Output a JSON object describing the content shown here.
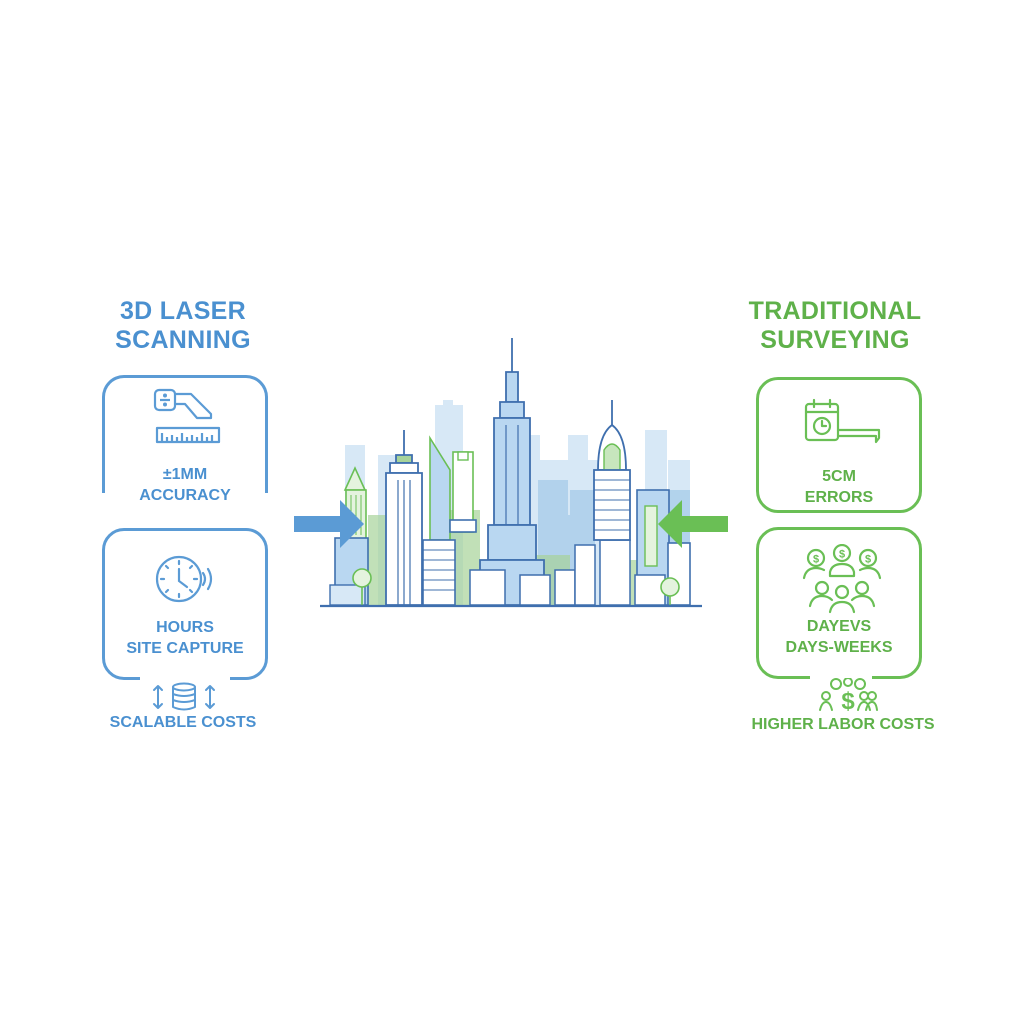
{
  "colors": {
    "laser_blue": "#4a90d0",
    "traditional_green": "#5fb14a",
    "background": "#ffffff"
  },
  "left_panel": {
    "title_line1": "3D LASER",
    "title_line2": "SCANNING",
    "cards": [
      {
        "icon": "laser-scanner-ruler-icon",
        "line1": "±1MM",
        "line2": "ACCURACY"
      },
      {
        "icon": "clock-signal-icon",
        "line1": "HOURS",
        "line2": "SITE CAPTURE"
      }
    ],
    "footer": {
      "icon": "database-scale-icon",
      "label": "SCALABLE COSTS"
    }
  },
  "right_panel": {
    "title_line1": "TRADITIONAL",
    "title_line2": "SURVEYING",
    "cards": [
      {
        "icon": "calendar-tape-measure-icon",
        "line1": "5CM",
        "line2": "ERRORS"
      },
      {
        "icon": "people-money-icon",
        "line1": "DAYEVS",
        "line2": "DAYS-WEEKS"
      }
    ],
    "footer": {
      "icon": "people-dollar-icon",
      "label": "HIGHER LABOR COSTS"
    }
  },
  "center": {
    "illustration": "city-skyline",
    "left_arrow": "arrow-right-blue",
    "right_arrow": "arrow-left-green"
  }
}
